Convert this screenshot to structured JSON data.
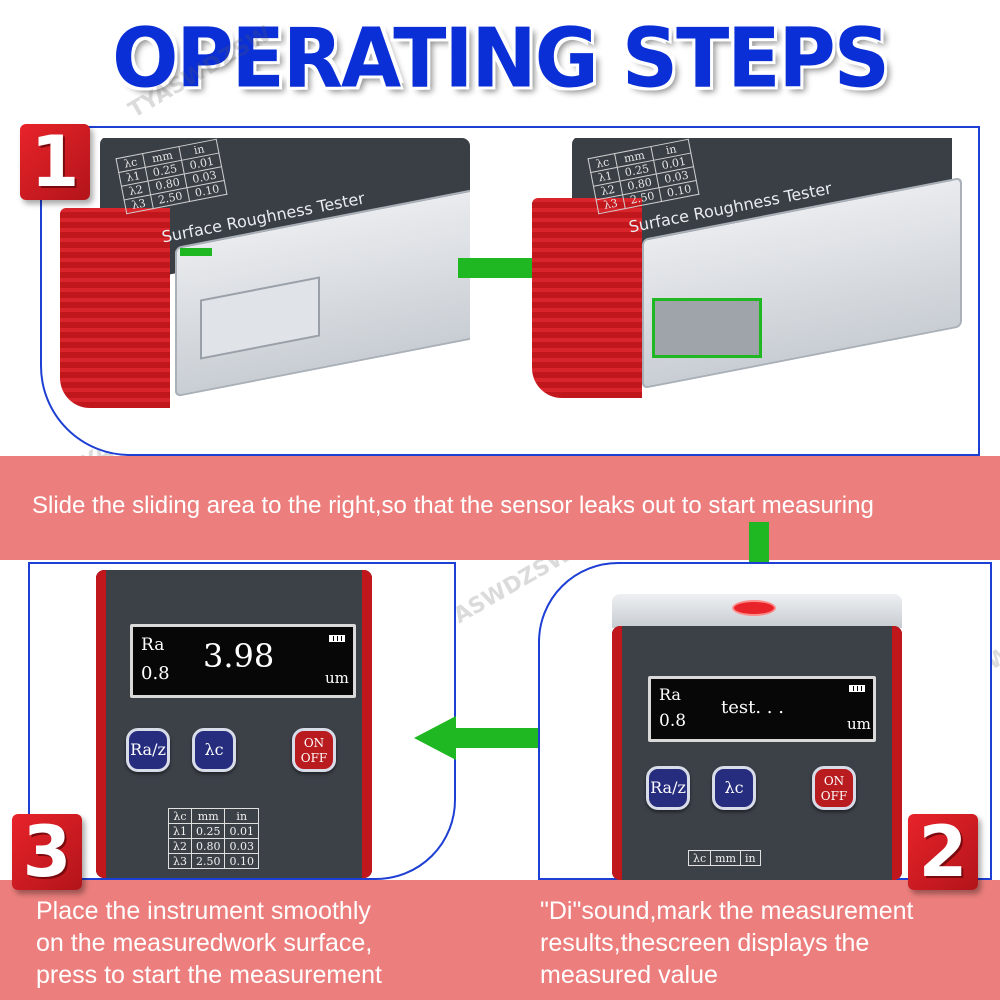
{
  "title": "OPERATING STEPS",
  "watermark": "TYASWDZSW",
  "step1": {
    "number": "1",
    "caption": "Slide the sliding area to the right,so that the sensor leaks out to start measuring",
    "device_label": "Surface Roughness Tester",
    "table": {
      "header": [
        "λc",
        "mm",
        "in"
      ],
      "rows": [
        [
          "λ1",
          "0.25",
          "0.01"
        ],
        [
          "λ2",
          "0.80",
          "0.03"
        ],
        [
          "λ3",
          "2.50",
          "0.10"
        ]
      ]
    }
  },
  "step2": {
    "number": "2",
    "caption_lines": [
      "\"Di\"sound,mark the measurement",
      "results,thescreen displays the",
      "measured value"
    ],
    "screen": {
      "param": "Ra",
      "cutoff": "0.8",
      "value": "test. . .",
      "unit": "um"
    },
    "buttons": {
      "mode": "Ra/z",
      "lambda": "λc",
      "power_on": "ON",
      "power_off": "OFF"
    },
    "table": {
      "header": [
        "λc",
        "mm",
        "in"
      ]
    }
  },
  "step3": {
    "number": "3",
    "caption_lines": [
      "Place the instrument smoothly",
      "on the measuredwork surface,",
      "press to start the measurement"
    ],
    "screen": {
      "param": "Ra",
      "cutoff": "0.8",
      "value": "3.98",
      "unit": "um"
    },
    "buttons": {
      "mode": "Ra/z",
      "lambda": "λc",
      "power_on": "ON",
      "power_off": "OFF"
    },
    "table": {
      "header": [
        "λc",
        "mm",
        "in"
      ],
      "rows": [
        [
          "λ1",
          "0.25",
          "0.01"
        ],
        [
          "λ2",
          "0.80",
          "0.03"
        ],
        [
          "λ3",
          "2.50",
          "0.10"
        ]
      ]
    }
  },
  "colors": {
    "title_blue": "#0a2fd6",
    "badge_red": "#e8232a",
    "banner_pink": "#ec7f7d",
    "arrow_green": "#1fb823",
    "frame_blue": "#1e3fd4"
  }
}
